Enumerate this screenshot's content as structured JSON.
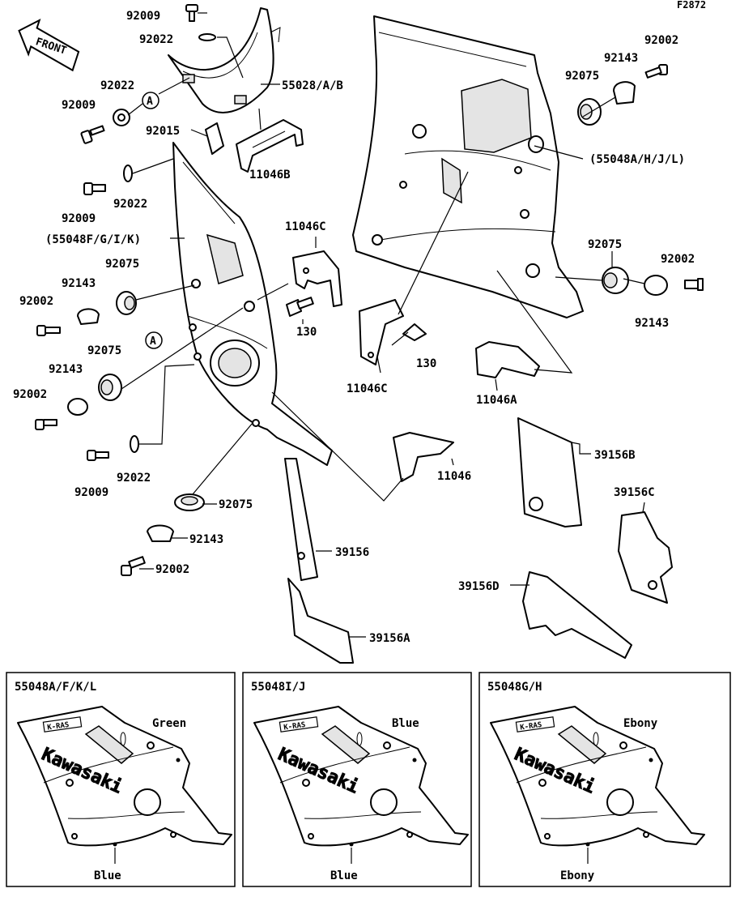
{
  "figure_code": "F2872",
  "front_label": "FRONT",
  "ref_marker": "A",
  "labels": {
    "l92009_top": "92009",
    "l92022_top": "92022",
    "l55028": "55028/A/B",
    "l92022_l": "92022",
    "l92009_l": "92009",
    "l92015": "92015",
    "l11046B": "11046B",
    "l92009_m": "92009",
    "l92022_m": "92022",
    "l55048FGIK": "(55048F/G/I/K)",
    "l11046C_top": "11046C",
    "l92075_l": "92075",
    "l92143_l": "92143",
    "l92002_l": "92002",
    "l130_l": "130",
    "l92075_l2": "92075",
    "l92143_l2": "92143",
    "l92002_l2": "92002",
    "l92009_b": "92009",
    "l92022_b": "92022",
    "l92075_b": "92075",
    "l92143_b": "92143",
    "l92002_b": "92002",
    "l92002_r": "92002",
    "l92143_r": "92143",
    "l92075_r": "92075",
    "l55048AHJL": "(55048A/H/J/L)",
    "l92075_r2": "92075",
    "l92002_r2": "92002",
    "l92143_r2": "92143",
    "l130_r": "130",
    "l11046C_b": "11046C",
    "l11046A": "11046A",
    "l11046": "11046",
    "l39156B": "39156B",
    "l39156C": "39156C",
    "l39156": "39156",
    "l39156D": "39156D",
    "l39156A": "39156A"
  },
  "variants": [
    {
      "title": "55048A/F/K/L",
      "upper_color": "Green",
      "lower_color": "Blue"
    },
    {
      "title": "55048I/J",
      "upper_color": "Blue",
      "lower_color": "Blue"
    },
    {
      "title": "55048G/H",
      "upper_color": "Ebony",
      "lower_color": "Ebony"
    }
  ],
  "decal_text": "Kawasaki",
  "emblem_text": "K-RAS"
}
